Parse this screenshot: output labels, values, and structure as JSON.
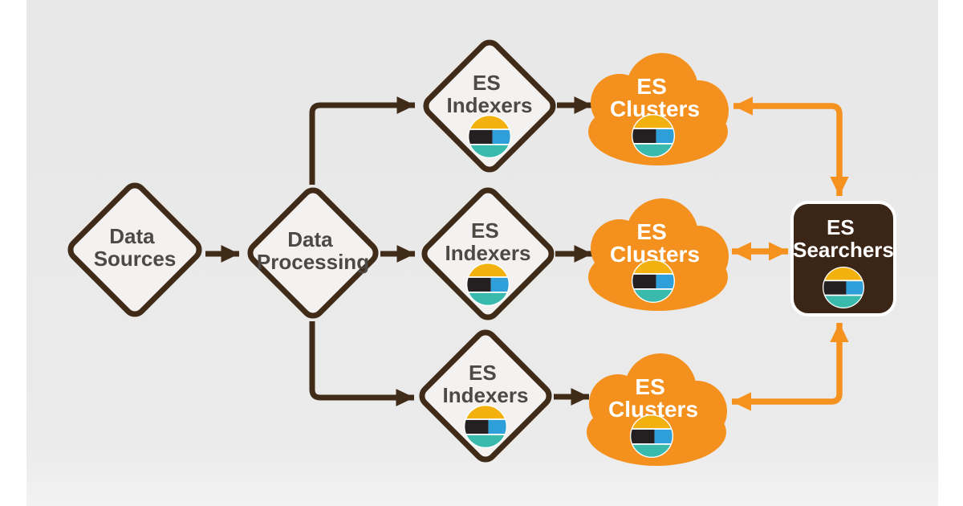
{
  "page": {
    "background": "#ffffff",
    "canvas_color": "#e9e9e9",
    "canvas_bottom_band": "#f2f2f2"
  },
  "diagram": {
    "type": "flowchart",
    "subject": "Elasticsearch indexing and search architecture",
    "colors": {
      "flow_line_dark": "#3f2b18",
      "flow_line_orange": "#f5921f",
      "diamond_fill": "#f3f2f0",
      "diamond_stroke": "#3f2b18",
      "cloud_fill": "#f4911e",
      "searchers_fill": "#3b2516",
      "searchers_outline": "#ffffff",
      "node_label_dark": "#4d4a46",
      "node_label_light": "#ffffff"
    },
    "logo": {
      "name": "elasticsearch-logo",
      "yellow": "#f2b10e",
      "black": "#242021",
      "blue": "#2e9fd8",
      "teal": "#3ab9ad",
      "ring": "#ffffff"
    },
    "nodes": {
      "data_sources": {
        "shape": "diamond",
        "line1": "Data",
        "line2": "Sources"
      },
      "data_processing": {
        "shape": "diamond",
        "line1": "Data",
        "line2": "Processing"
      },
      "indexers_top": {
        "shape": "diamond",
        "line1": "ES",
        "line2": "Indexers",
        "icon": "elasticsearch-logo"
      },
      "indexers_middle": {
        "shape": "diamond",
        "line1": "ES",
        "line2": "Indexers",
        "icon": "elasticsearch-logo"
      },
      "indexers_bottom": {
        "shape": "diamond",
        "line1": "ES",
        "line2": "Indexers",
        "icon": "elasticsearch-logo"
      },
      "clusters_top": {
        "shape": "cloud",
        "line1": "ES",
        "line2": "Clusters",
        "icon": "elasticsearch-logo"
      },
      "clusters_middle": {
        "shape": "cloud",
        "line1": "ES",
        "line2": "Clusters",
        "icon": "elasticsearch-logo"
      },
      "clusters_bottom": {
        "shape": "cloud",
        "line1": "ES",
        "line2": "Clusters",
        "icon": "elasticsearch-logo"
      },
      "searchers": {
        "shape": "rounded-rect",
        "line1": "ES",
        "line2": "Searchers",
        "icon": "elasticsearch-logo"
      }
    },
    "edges": [
      {
        "from": "data_sources",
        "to": "data_processing",
        "color": "dark",
        "direction": "one-way"
      },
      {
        "from": "data_processing",
        "to": "indexers_top",
        "color": "dark",
        "direction": "one-way"
      },
      {
        "from": "data_processing",
        "to": "indexers_middle",
        "color": "dark",
        "direction": "one-way"
      },
      {
        "from": "data_processing",
        "to": "indexers_bottom",
        "color": "dark",
        "direction": "one-way"
      },
      {
        "from": "indexers_top",
        "to": "clusters_top",
        "color": "dark",
        "direction": "one-way"
      },
      {
        "from": "indexers_middle",
        "to": "clusters_middle",
        "color": "dark",
        "direction": "one-way"
      },
      {
        "from": "indexers_bottom",
        "to": "clusters_bottom",
        "color": "dark",
        "direction": "one-way"
      },
      {
        "from": "clusters_top",
        "to": "searchers",
        "color": "orange",
        "direction": "two-way"
      },
      {
        "from": "clusters_middle",
        "to": "searchers",
        "color": "orange",
        "direction": "two-way"
      },
      {
        "from": "clusters_bottom",
        "to": "searchers",
        "color": "orange",
        "direction": "two-way"
      }
    ]
  }
}
